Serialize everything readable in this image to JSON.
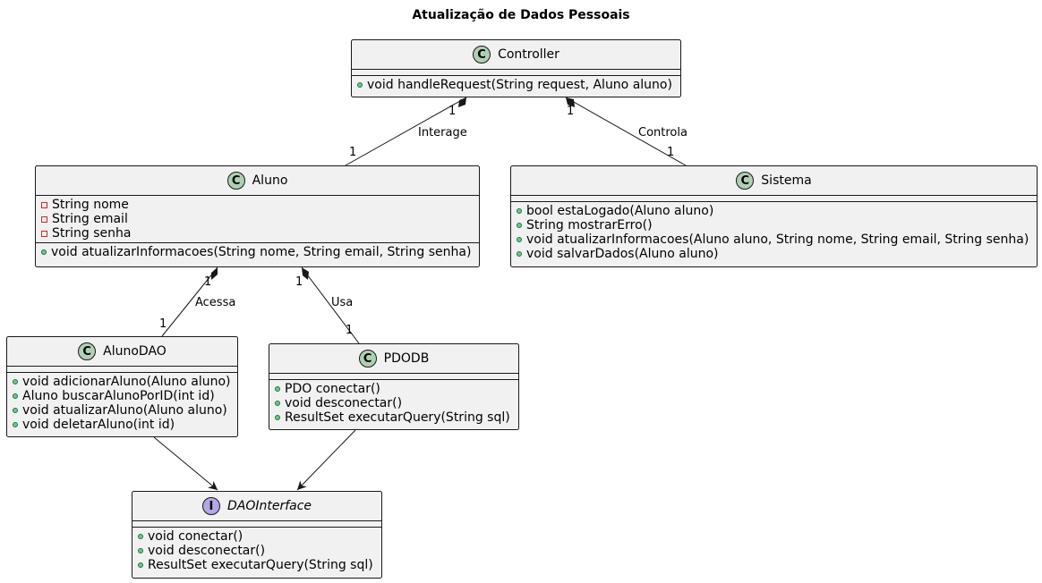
{
  "title": "Atualização de Dados Pessoais",
  "classes": {
    "controller": {
      "name": "Controller",
      "kind": "class",
      "badge": "C",
      "methods": [
        {
          "vis": "+",
          "text": "void handleRequest(String request, Aluno aluno)"
        }
      ]
    },
    "aluno": {
      "name": "Aluno",
      "kind": "class",
      "badge": "C",
      "fields": [
        {
          "vis": "-",
          "text": "String nome"
        },
        {
          "vis": "-",
          "text": "String email"
        },
        {
          "vis": "-",
          "text": "String senha"
        }
      ],
      "methods": [
        {
          "vis": "+",
          "text": "void atualizarInformacoes(String nome, String email, String senha)"
        }
      ]
    },
    "sistema": {
      "name": "Sistema",
      "kind": "class",
      "badge": "C",
      "methods": [
        {
          "vis": "+",
          "text": "bool estaLogado(Aluno aluno)"
        },
        {
          "vis": "+",
          "text": "String mostrarErro()"
        },
        {
          "vis": "+",
          "text": "void atualizarInformacoes(Aluno aluno, String nome, String email, String senha)"
        },
        {
          "vis": "+",
          "text": "void salvarDados(Aluno aluno)"
        }
      ]
    },
    "alunodao": {
      "name": "AlunoDAO",
      "kind": "class",
      "badge": "C",
      "methods": [
        {
          "vis": "+",
          "text": "void adicionarAluno(Aluno aluno)"
        },
        {
          "vis": "+",
          "text": "Aluno buscarAlunoPorID(int id)"
        },
        {
          "vis": "+",
          "text": "void atualizarAluno(Aluno aluno)"
        },
        {
          "vis": "+",
          "text": "void deletarAluno(int id)"
        }
      ]
    },
    "pdodb": {
      "name": "PDODB",
      "kind": "class",
      "badge": "C",
      "methods": [
        {
          "vis": "+",
          "text": "PDO conectar()"
        },
        {
          "vis": "+",
          "text": "void desconectar()"
        },
        {
          "vis": "+",
          "text": "ResultSet executarQuery(String sql)"
        }
      ]
    },
    "daointerface": {
      "name": "DAOInterface",
      "kind": "interface",
      "badge": "I",
      "methods": [
        {
          "vis": "+",
          "text": "void conectar()"
        },
        {
          "vis": "+",
          "text": "void desconectar()"
        },
        {
          "vis": "+",
          "text": "ResultSet executarQuery(String sql)"
        }
      ]
    }
  },
  "relations": [
    {
      "from": "controller",
      "to": "aluno",
      "type": "composition",
      "label": "Interage",
      "from_mult": "1",
      "to_mult": "1"
    },
    {
      "from": "controller",
      "to": "sistema",
      "type": "composition",
      "label": "Controla",
      "from_mult": "1",
      "to_mult": "1"
    },
    {
      "from": "aluno",
      "to": "alunodao",
      "type": "composition",
      "label": "Acessa",
      "from_mult": "1",
      "to_mult": "1"
    },
    {
      "from": "aluno",
      "to": "pdodb",
      "type": "composition",
      "label": "Usa",
      "from_mult": "1",
      "to_mult": "1"
    },
    {
      "from": "alunodao",
      "to": "daointerface",
      "type": "association-arrow",
      "label": "",
      "from_mult": "",
      "to_mult": ""
    },
    {
      "from": "pdodb",
      "to": "daointerface",
      "type": "association-arrow",
      "label": "",
      "from_mult": "",
      "to_mult": ""
    }
  ]
}
